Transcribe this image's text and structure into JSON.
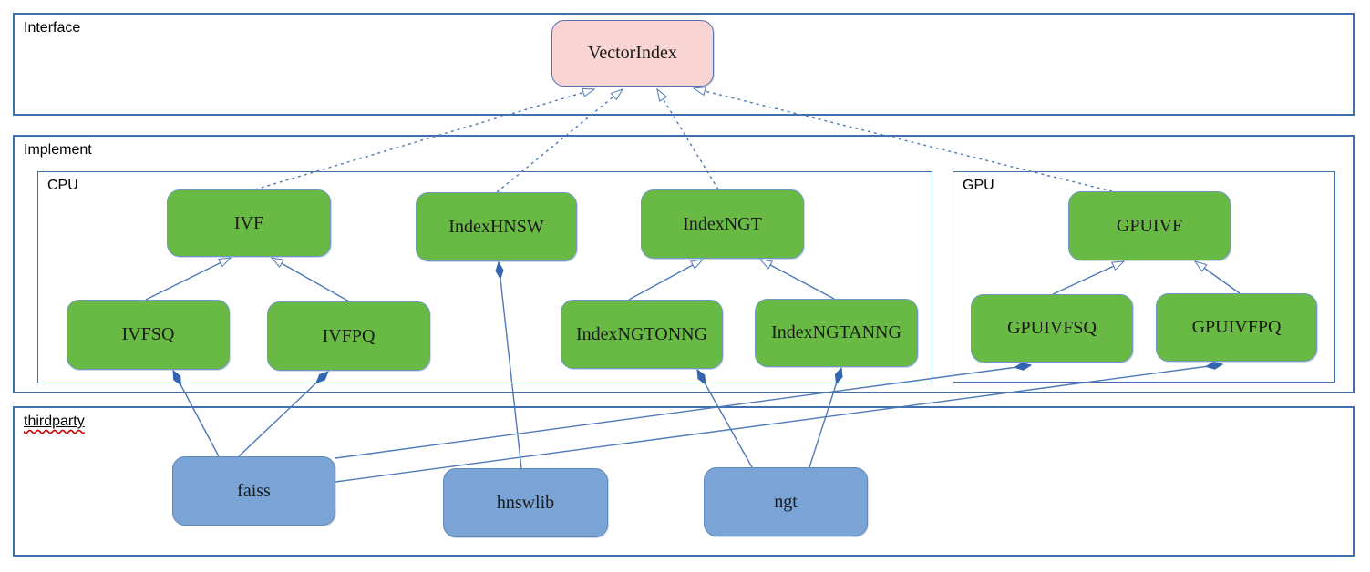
{
  "diagram": {
    "containers": {
      "interface": {
        "label": "Interface"
      },
      "implement": {
        "label": "Implement"
      },
      "cpu": {
        "label": "CPU"
      },
      "gpu": {
        "label": "GPU"
      },
      "thirdparty": {
        "label": "thirdparty"
      }
    },
    "nodes": {
      "vector_index": {
        "label": "VectorIndex",
        "kind": "interface"
      },
      "ivf": {
        "label": "IVF",
        "kind": "cpu-implementation"
      },
      "index_hnsw": {
        "label": "IndexHNSW",
        "kind": "cpu-implementation"
      },
      "index_ngt": {
        "label": "IndexNGT",
        "kind": "cpu-implementation"
      },
      "ivfsq": {
        "label": "IVFSQ",
        "kind": "cpu-implementation"
      },
      "ivfpq": {
        "label": "IVFPQ",
        "kind": "cpu-implementation"
      },
      "index_ngtonng": {
        "label": "IndexNGTONNG",
        "kind": "cpu-implementation"
      },
      "index_ngtanng": {
        "label": "IndexNGTANNG",
        "kind": "cpu-implementation"
      },
      "gpuivf": {
        "label": "GPUIVF",
        "kind": "gpu-implementation"
      },
      "gpuivfsq": {
        "label": "GPUIVFSQ",
        "kind": "gpu-implementation"
      },
      "gpuivfpq": {
        "label": "GPUIVFPQ",
        "kind": "gpu-implementation"
      },
      "faiss": {
        "label": "faiss",
        "kind": "thirdparty-library"
      },
      "hnswlib": {
        "label": "hnswlib",
        "kind": "thirdparty-library"
      },
      "ngt": {
        "label": "ngt",
        "kind": "thirdparty-library"
      }
    },
    "edges": [
      {
        "from": "IVF",
        "to": "VectorIndex",
        "type": "realization-dashed-hollow-arrow"
      },
      {
        "from": "IndexHNSW",
        "to": "VectorIndex",
        "type": "realization-dashed-hollow-arrow"
      },
      {
        "from": "IndexNGT",
        "to": "VectorIndex",
        "type": "realization-dashed-hollow-arrow"
      },
      {
        "from": "GPUIVF",
        "to": "VectorIndex",
        "type": "realization-dashed-hollow-arrow"
      },
      {
        "from": "IVFSQ",
        "to": "IVF",
        "type": "generalization-hollow-arrow"
      },
      {
        "from": "IVFPQ",
        "to": "IVF",
        "type": "generalization-hollow-arrow"
      },
      {
        "from": "IndexNGTONNG",
        "to": "IndexNGT",
        "type": "generalization-hollow-arrow"
      },
      {
        "from": "IndexNGTANNG",
        "to": "IndexNGT",
        "type": "generalization-hollow-arrow"
      },
      {
        "from": "GPUIVFSQ",
        "to": "GPUIVF",
        "type": "generalization-hollow-arrow"
      },
      {
        "from": "GPUIVFPQ",
        "to": "GPUIVF",
        "type": "generalization-hollow-arrow"
      },
      {
        "from": "faiss",
        "to": "IVFSQ",
        "type": "composition-filled-diamond"
      },
      {
        "from": "faiss",
        "to": "IVFPQ",
        "type": "composition-filled-diamond"
      },
      {
        "from": "faiss",
        "to": "GPUIVFSQ",
        "type": "composition-filled-diamond"
      },
      {
        "from": "faiss",
        "to": "GPUIVFPQ",
        "type": "composition-filled-diamond"
      },
      {
        "from": "hnswlib",
        "to": "IndexHNSW",
        "type": "composition-filled-diamond"
      },
      {
        "from": "ngt",
        "to": "IndexNGTONNG",
        "type": "composition-filled-diamond"
      },
      {
        "from": "ngt",
        "to": "IndexNGTANNG",
        "type": "composition-filled-diamond"
      }
    ],
    "colors": {
      "node_green": "#68ba44",
      "node_green_border": "#7096c4",
      "node_pink": "#f8d5d2",
      "node_pink_border": "#4f74ae",
      "node_blue": "#7ba4d6",
      "node_blue_border": "#5e87ba",
      "container_border": "#3f6fae",
      "edge_line": "#4e79b8",
      "diamond_fill": "#3465b0",
      "squiggle_red": "#cc0000"
    }
  }
}
